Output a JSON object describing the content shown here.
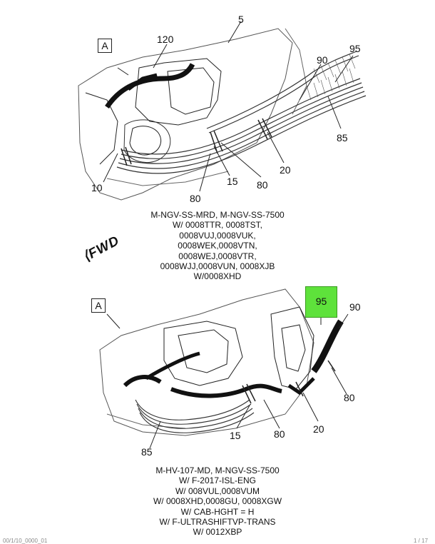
{
  "top_view": {
    "box_label": "A",
    "callouts": {
      "c120": "120",
      "c5": "5",
      "c90": "90",
      "c95": "95",
      "c85": "85",
      "c20": "20",
      "c80a": "80",
      "c15": "15",
      "c80b": "80",
      "c10": "10"
    },
    "caption": [
      "M-NGV-SS-MRD, M-NGV-SS-7500",
      "W/ 0008TTR, 0008TST,",
      "0008VUJ,0008VUK,",
      "0008WEK,0008VTN,",
      "0008WEJ,0008VTR,",
      "0008WJJ,0008VUN, 0008XJB",
      "W/0008XHD"
    ]
  },
  "fwd_label": "FWD",
  "bottom_view": {
    "box_label": "A",
    "highlight_label": "95",
    "callouts": {
      "c90": "90",
      "c80a": "80",
      "c20": "20",
      "c80b": "80",
      "c15": "15",
      "c85": "85"
    },
    "caption": [
      "M-HV-107-MD, M-NGV-SS-7500",
      "W/ F-2017-ISL-ENG",
      "W/ 008VUL,0008VUM",
      "W/ 0008XHD,0008GU, 0008XGW",
      "W/ CAB-HGHT = H",
      "W/ F-ULTRASHIFTVP-TRANS",
      "W/ 0012XBP"
    ]
  },
  "footer": {
    "left": "00/1/10_0000_01",
    "right": "1 / 17"
  }
}
